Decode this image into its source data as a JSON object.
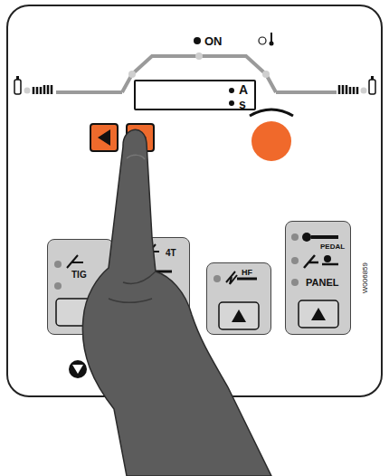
{
  "diagram": {
    "nodes": [
      {
        "text": [
          "A",
          "s"
        ]
      },
      {
        "text": [
          "TIG"
        ]
      },
      {
        "text": [
          "4T"
        ]
      },
      {
        "text": [
          "HF"
        ]
      },
      {
        "text": [
          "PEDAL",
          "PANEL"
        ]
      }
    ],
    "labels": [
      "ON",
      "W006859"
    ]
  }
}
